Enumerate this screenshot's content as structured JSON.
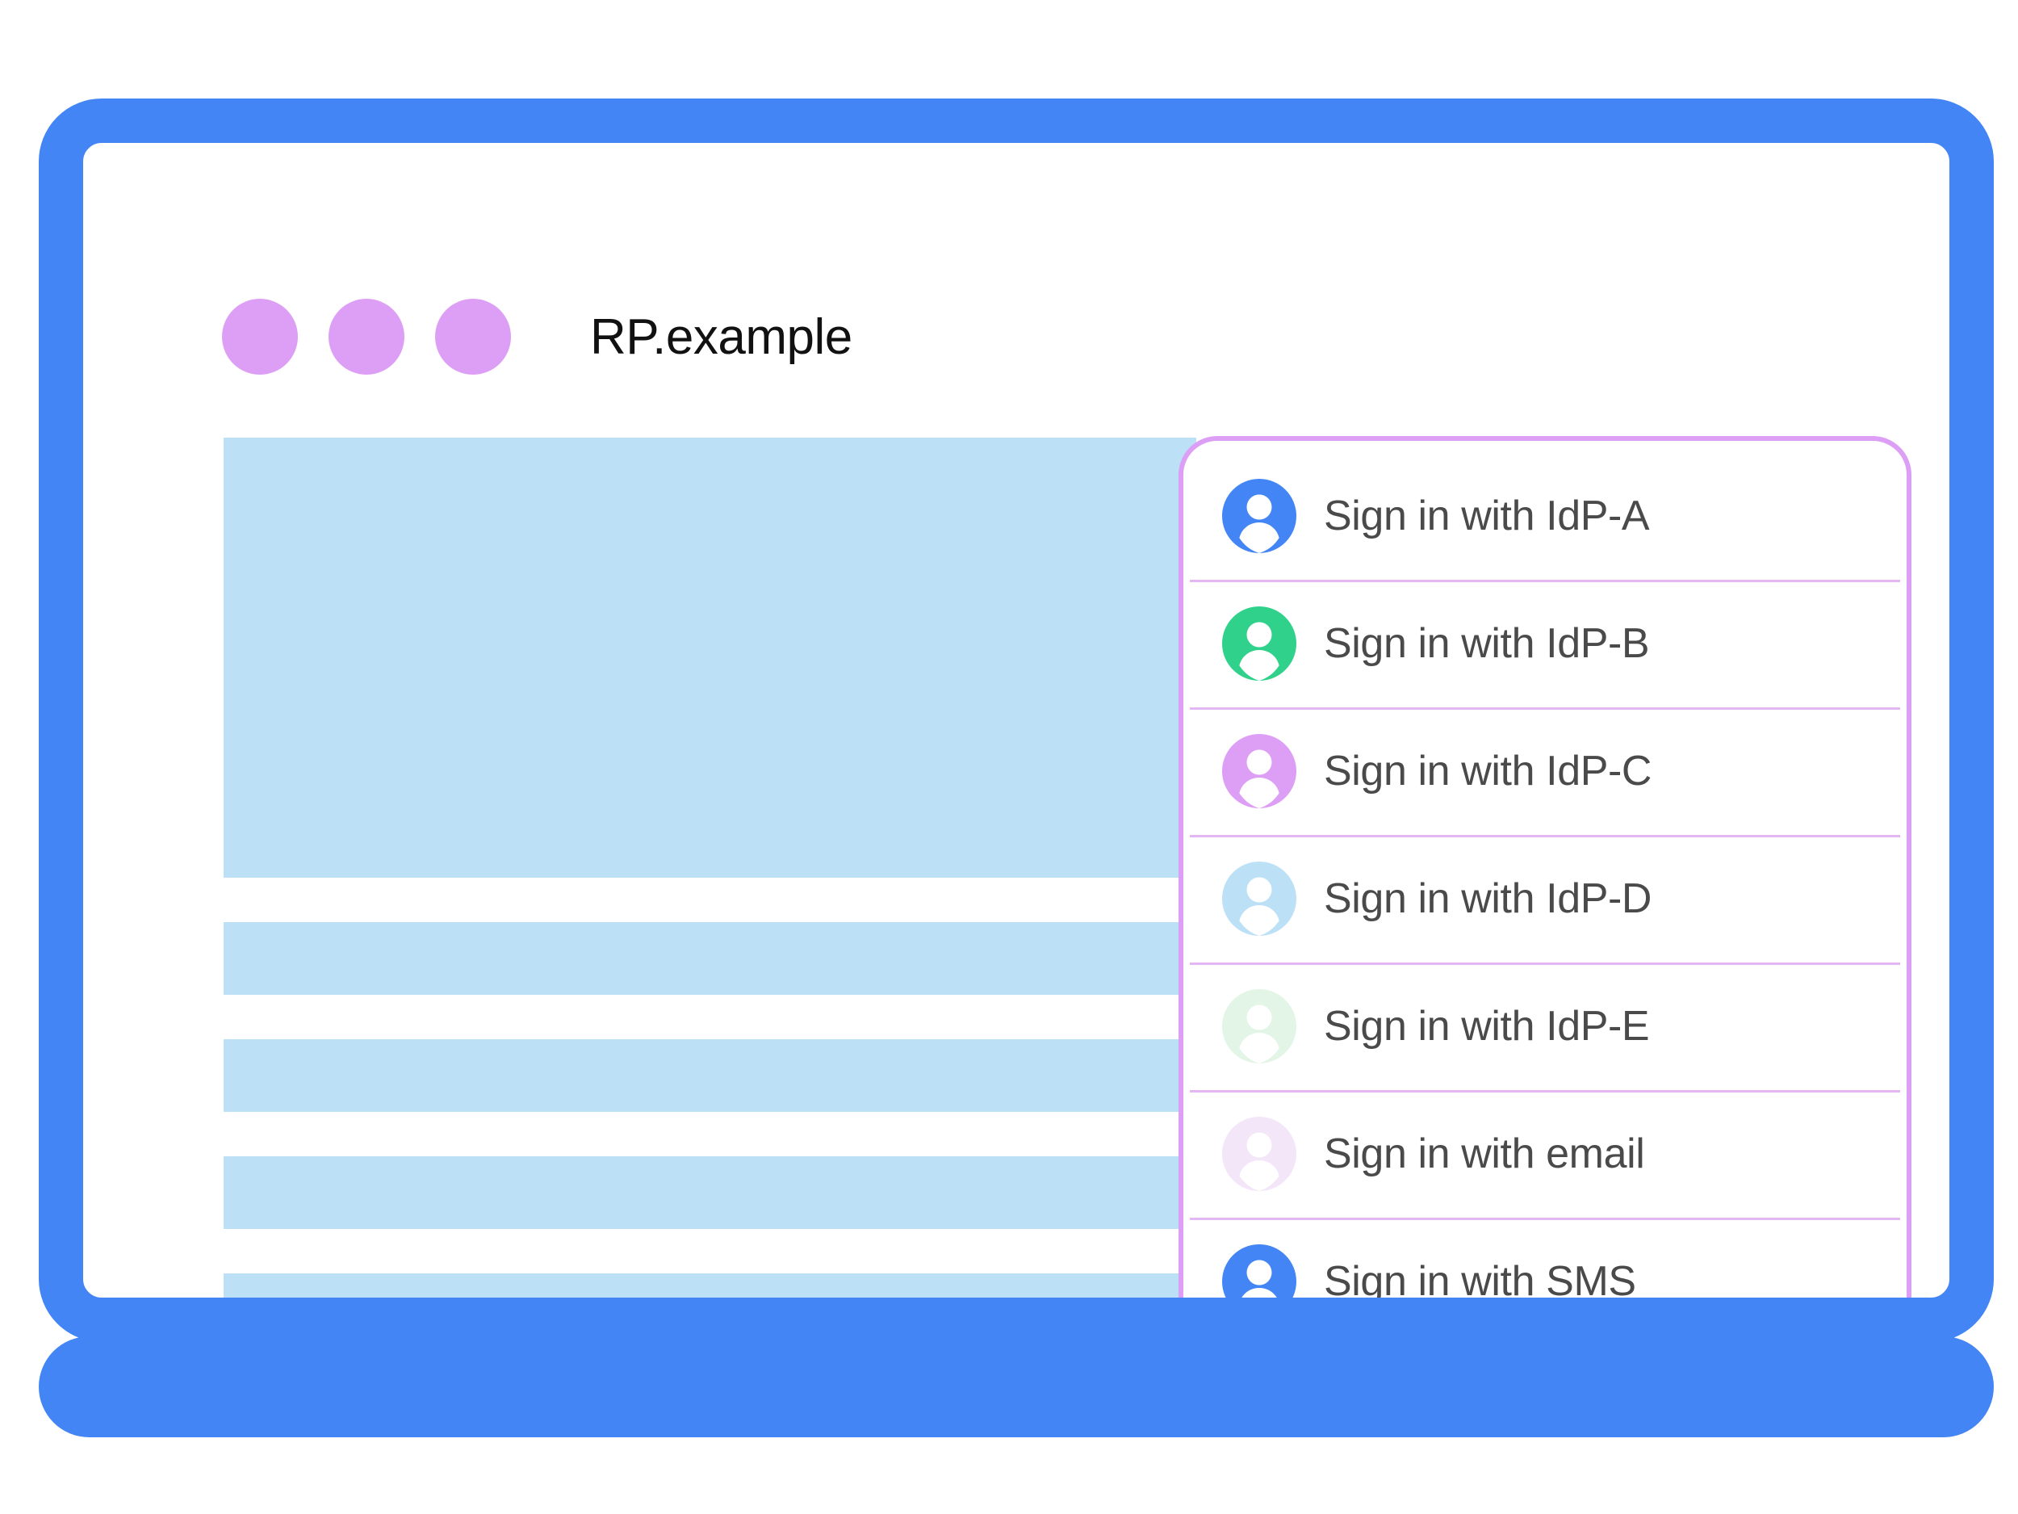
{
  "colors": {
    "frame_blue": "#4385F5",
    "window_dot_orchid": "#DD9EF5",
    "skeleton_blue": "#BCE0F5",
    "popup_border_orchid": "#DD9EF5",
    "divider_orchid": "#E4B6F2",
    "label_gray": "#4A4A4A",
    "title_black": "#111111"
  },
  "browser": {
    "title": "RP.example",
    "window_dots": [
      {
        "name": "window-dot-1",
        "color": "#DD9EF5"
      },
      {
        "name": "window-dot-2",
        "color": "#DD9EF5"
      },
      {
        "name": "window-dot-3",
        "color": "#DD9EF5"
      }
    ]
  },
  "page_content": {
    "hero_placeholder": "",
    "line_placeholders": [
      "",
      "",
      "",
      ""
    ]
  },
  "account_chooser": {
    "accounts": [
      {
        "label": "Sign in with IdP-A",
        "icon": "person-avatar-icon",
        "avatar_color": "#4385F5"
      },
      {
        "label": "Sign in with IdP-B",
        "icon": "person-avatar-icon",
        "avatar_color": "#2FD18B"
      },
      {
        "label": "Sign in with IdP-C",
        "icon": "person-avatar-icon",
        "avatar_color": "#DD9EF5"
      },
      {
        "label": "Sign in with IdP-D",
        "icon": "person-avatar-icon",
        "avatar_color": "#BCE0F5"
      },
      {
        "label": "Sign in with IdP-E",
        "icon": "person-avatar-icon",
        "avatar_color": "#E2F5E6"
      },
      {
        "label": "Sign in with email",
        "icon": "person-avatar-icon",
        "avatar_color": "#F2E6F8"
      },
      {
        "label": "Sign in with SMS",
        "icon": "person-avatar-icon",
        "avatar_color": "#4385F5"
      }
    ]
  },
  "device": {
    "home_button": "home-button",
    "bezel_left": "bezel-bar-left",
    "bezel_right": "bezel-bar-right"
  }
}
